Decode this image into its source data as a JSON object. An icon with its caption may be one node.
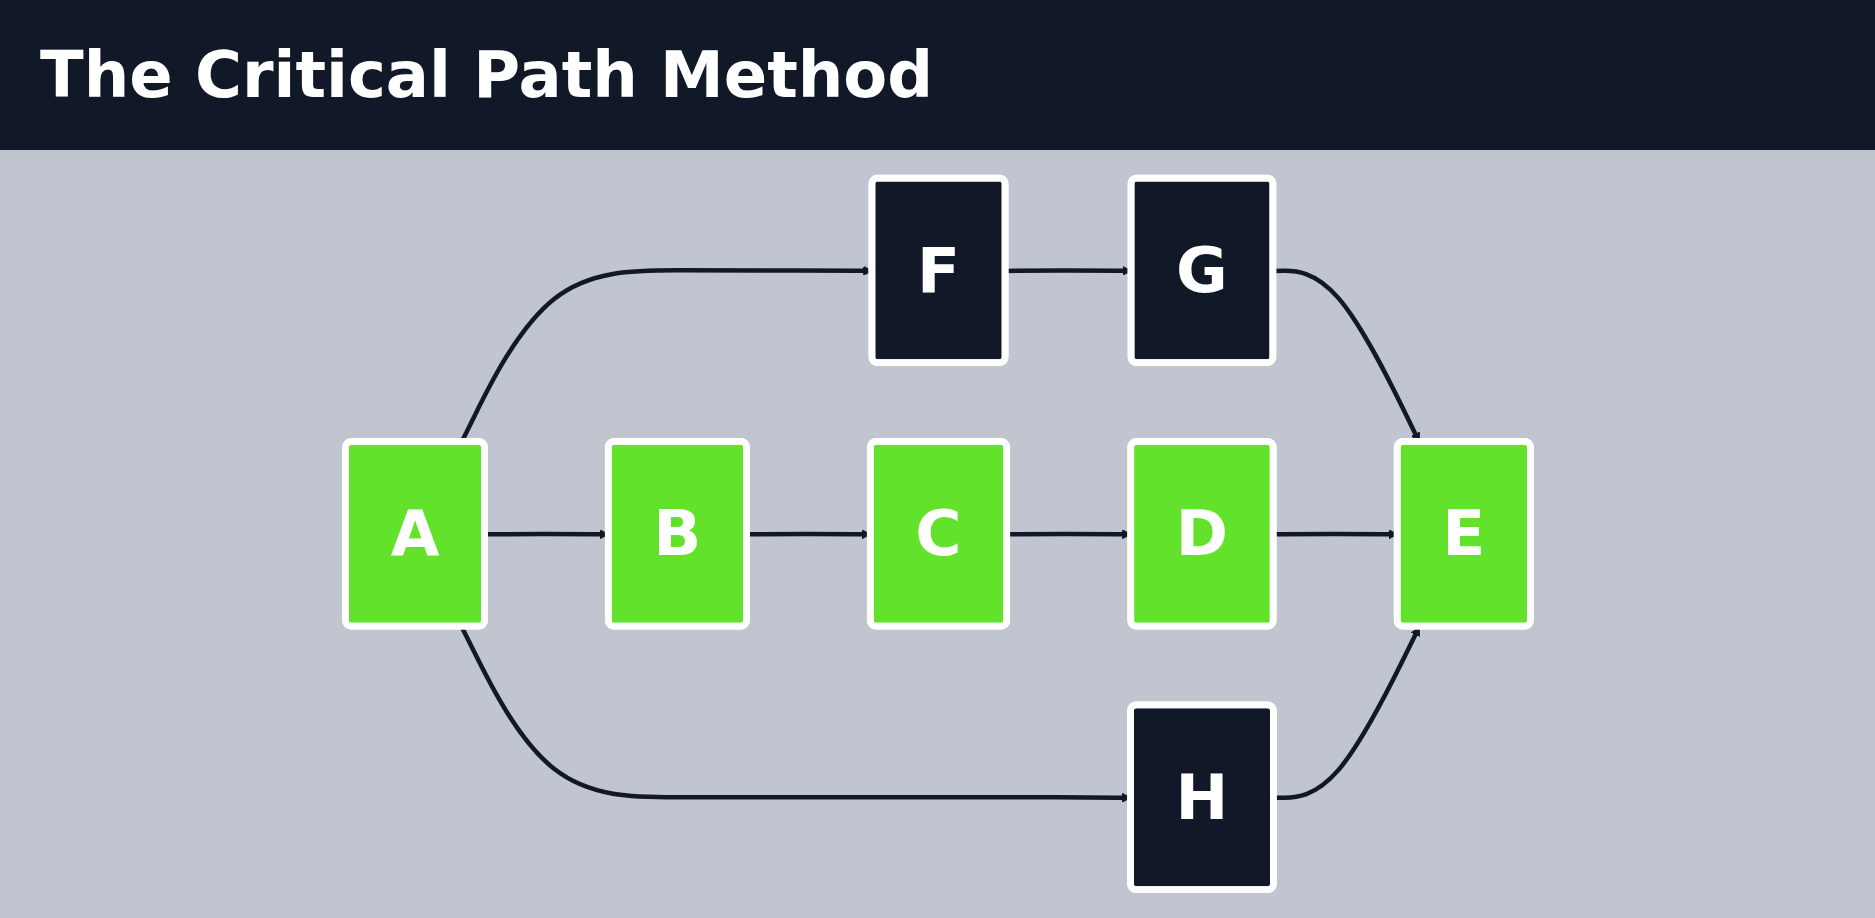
{
  "diagram": {
    "title": "The Critical Path Method",
    "nodes": [
      {
        "text": [
          "F"
        ]
      },
      {
        "text": [
          "G"
        ]
      },
      {
        "text": [
          "A"
        ]
      },
      {
        "text": [
          "B"
        ]
      },
      {
        "text": [
          "C"
        ]
      },
      {
        "text": [
          "D"
        ]
      },
      {
        "text": [
          "E"
        ]
      },
      {
        "text": [
          "H"
        ]
      }
    ],
    "edges": [
      {
        "from": 2,
        "to": 0,
        "arrow": "to"
      },
      {
        "from": 0,
        "to": 1,
        "arrow": "to"
      },
      {
        "from": 1,
        "to": 6,
        "arrow": "to"
      },
      {
        "from": 2,
        "to": 3,
        "arrow": "to"
      },
      {
        "from": 3,
        "to": 4,
        "arrow": "to"
      },
      {
        "from": 4,
        "to": 5,
        "arrow": "to"
      },
      {
        "from": 5,
        "to": 6,
        "arrow": "to"
      },
      {
        "from": 2,
        "to": 7,
        "arrow": "to"
      },
      {
        "from": 7,
        "to": 6,
        "arrow": "to"
      }
    ]
  }
}
